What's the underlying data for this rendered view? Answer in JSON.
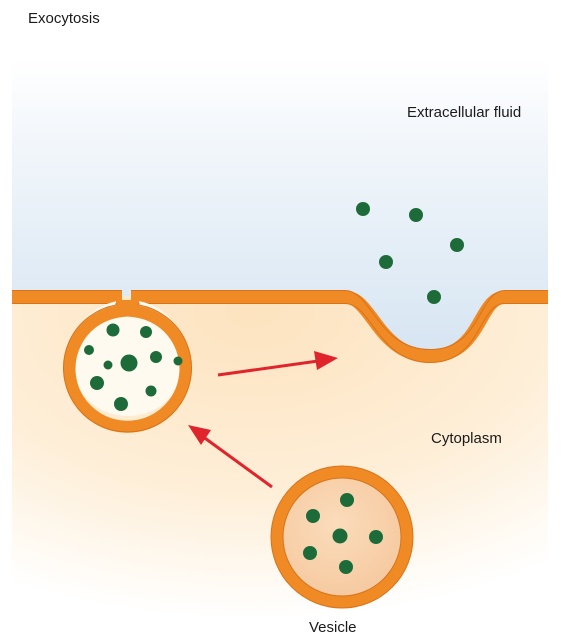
{
  "title": "Exocytosis",
  "labels": {
    "extracellular": "Extracellular fluid",
    "cytoplasm": "Cytoplasm",
    "vesicle": "Vesicle"
  },
  "colors": {
    "membrane": "#f08a24",
    "membrane_edge": "#d8731a",
    "molecule": "#1e6b3a",
    "arrow": "#e0242b",
    "extracellular_fluid": "#dbe8f3",
    "cytoplasm": "#fde7c6",
    "vesicle_lumen_fusing": "#fffaf0",
    "vesicle_lumen": "#f8d1aa"
  }
}
